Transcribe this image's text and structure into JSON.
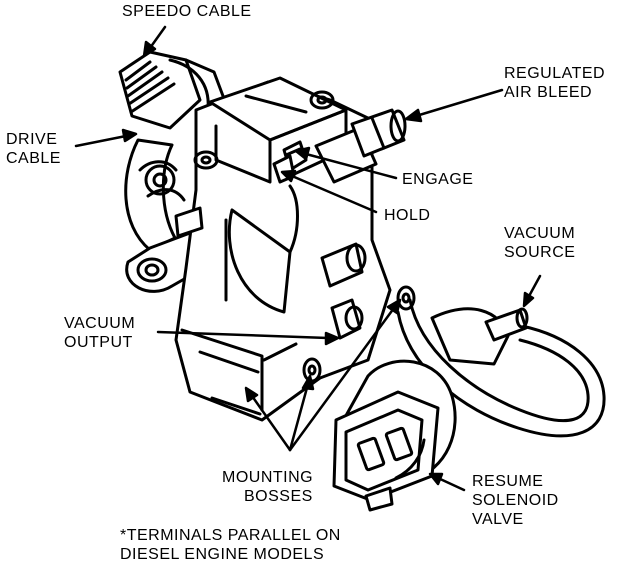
{
  "labels": {
    "speedo_cable": "SPEEDO CABLE",
    "drive_cable": [
      "DRIVE",
      "CABLE"
    ],
    "regulated_air_bleed": [
      "REGULATED",
      "AIR BLEED"
    ],
    "engage": "ENGAGE",
    "hold": "HOLD",
    "vacuum_source": [
      "VACUUM",
      "SOURCE"
    ],
    "vacuum_output": [
      "VACUUM",
      "OUTPUT"
    ],
    "mounting_bosses": [
      "MOUNTING",
      "BOSSES"
    ],
    "resume_solenoid_valve": [
      "RESUME",
      "SOLENOID",
      "VALVE"
    ],
    "footnote": [
      "*TERMINALS PARALLEL ON",
      "DIESEL ENGINE MODELS"
    ]
  },
  "colors": {
    "ink": "#000000",
    "paper": "#ffffff"
  }
}
